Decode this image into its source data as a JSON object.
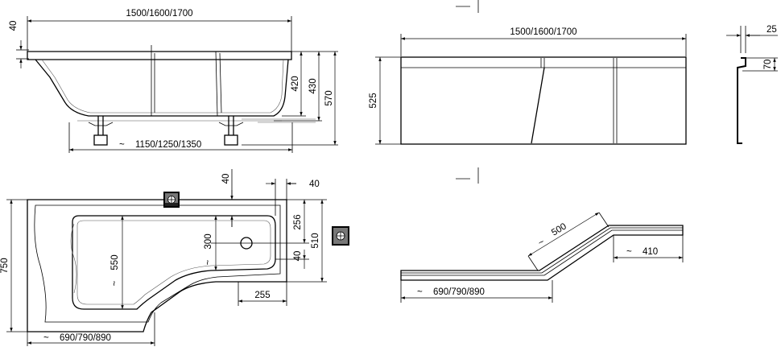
{
  "colors": {
    "line": "#000000",
    "background": "#ffffff"
  },
  "icons": [
    "tilde-approx-icon",
    "drain-valve-icon",
    "overflow-valve-icon"
  ],
  "tilde": "~",
  "side_view": {
    "length": "1500/1600/1700",
    "rim": "40",
    "h420": "420",
    "h430": "430",
    "h570": "570",
    "legs": "1150/1250/1350"
  },
  "panel_front": {
    "length": "1500/1600/1700",
    "height": "525"
  },
  "panel_profile": {
    "top": "25",
    "lip": "70"
  },
  "top_view": {
    "offset_top": "40",
    "offset_right": "40",
    "d256": "256",
    "d510": "510",
    "d40": "40",
    "d300": "300",
    "d550": "550",
    "d750": "750",
    "d255": "255",
    "width": "690/790/890"
  },
  "panel_plan": {
    "slope": "500",
    "end": "410",
    "width": "690/790/890"
  }
}
